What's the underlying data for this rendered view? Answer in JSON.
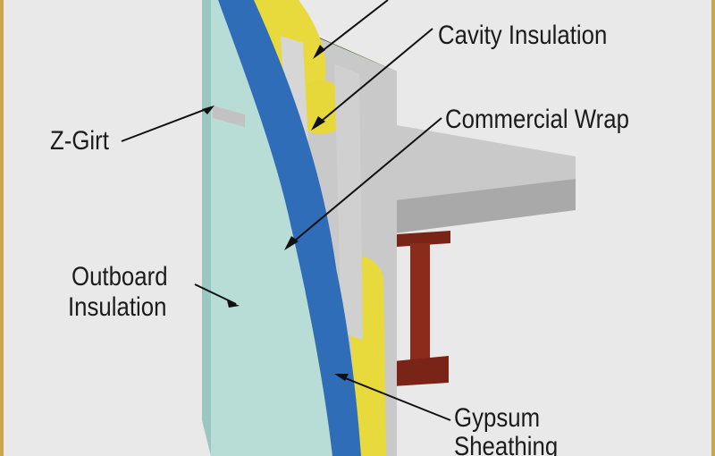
{
  "labels": {
    "cavity_insulation": "Cavity Insulation",
    "commercial_wrap": "Commercial Wrap",
    "z_girt": "Z-Girt",
    "outboard_insulation": [
      "Outboard",
      "Insulation"
    ],
    "gypsum_sheathing": [
      "Gypsum",
      "Sheathing"
    ]
  },
  "colors": {
    "frame": "#c8a84a",
    "background": "#e9e9e9",
    "outboard_board": "#b8ddd7",
    "weather_wrap": "#2f6db8",
    "gypsum": "#c3c3c3",
    "cavity_insulation": "#e8da3c",
    "steel_stud": "#d0d0d0",
    "backing_panel": "#3f5a2a",
    "slab": "#bdbdbd",
    "slab_edge_block": "#e0761e",
    "steel_beam": "#8a2b1c",
    "leader_lines": "#111111"
  }
}
